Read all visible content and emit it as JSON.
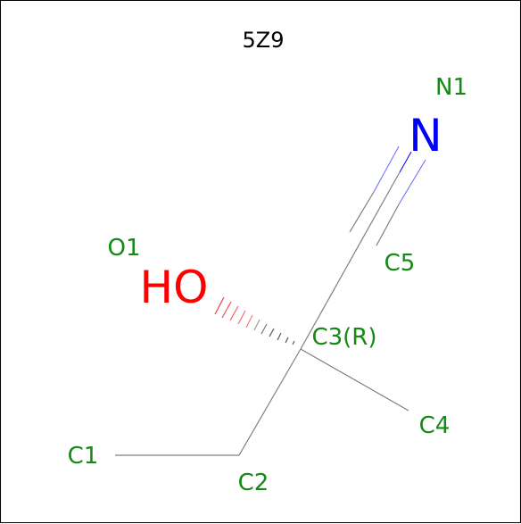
{
  "title": "5Z9",
  "atoms": {
    "n1_symbol": "N",
    "n1_name": "N1",
    "c5_name": "C5",
    "o1_symbol": "HO",
    "o1_name": "O1",
    "c3_name": "C3(R)",
    "c4_name": "C4",
    "c2_name": "C2",
    "c1_name": "C1"
  },
  "colors": {
    "atom_label": "#138a13",
    "nitrogen": "#0000ff",
    "oxygen": "#ff0000",
    "bond": "#7f7f7f",
    "frame": "#000000"
  }
}
